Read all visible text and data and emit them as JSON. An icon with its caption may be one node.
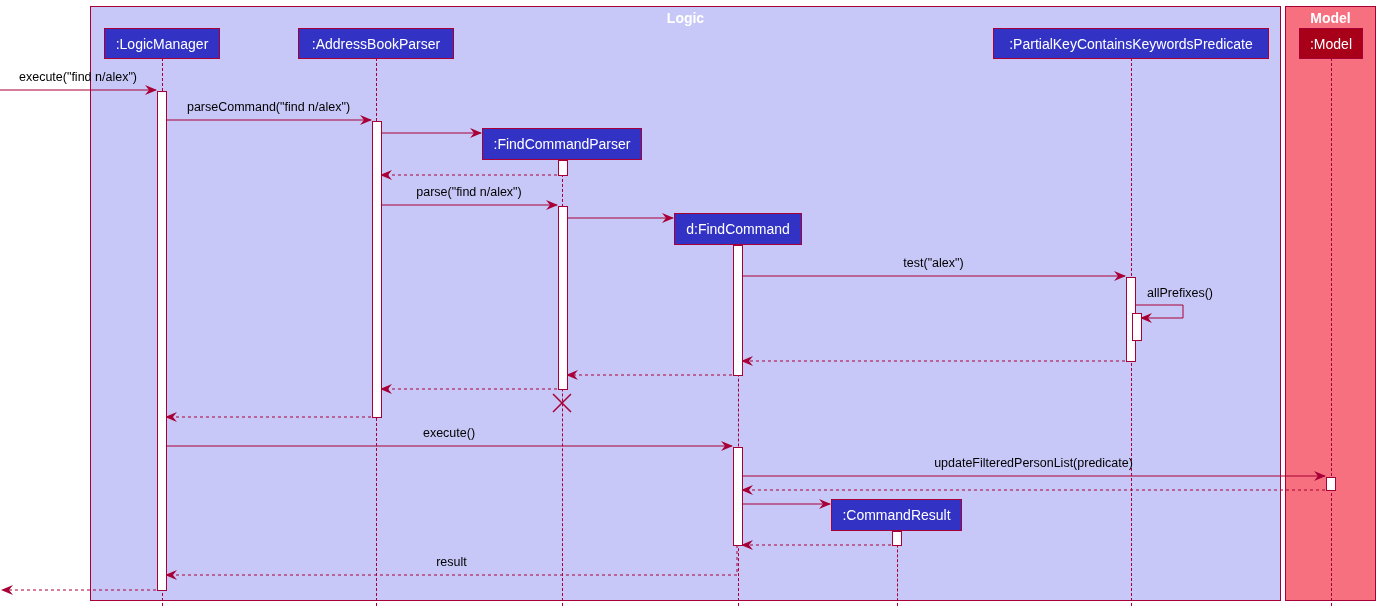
{
  "diagram": {
    "nodes": [
      {
        "text": [
          "Logic"
        ]
      },
      {
        "text": [
          "Model"
        ]
      },
      {
        "text": [
          ":LogicManager"
        ],
        "in": 0
      },
      {
        "text": [
          ":AddressBookParser"
        ],
        "in": 0
      },
      {
        "text": [
          ":FindCommandParser"
        ],
        "in": 0
      },
      {
        "text": [
          "d:FindCommand"
        ],
        "in": 0
      },
      {
        "text": [
          ":PartialKeyContainsKeywordsPredicate"
        ],
        "in": 0
      },
      {
        "text": [
          ":Model"
        ],
        "in": 1
      },
      {
        "text": [
          ":CommandResult"
        ],
        "in": 0
      },
      {
        "text": [],
        "shape": "bar",
        "in": 0
      },
      {
        "text": [],
        "shape": "bar",
        "in": 0
      },
      {
        "text": [],
        "shape": "bar",
        "in": 0
      },
      {
        "text": [],
        "shape": "bar",
        "in": 0
      },
      {
        "text": [],
        "shape": "bar",
        "in": 0
      },
      {
        "text": [],
        "shape": "bar",
        "in": 0
      },
      {
        "text": [],
        "shape": "bar",
        "in": 0
      },
      {
        "text": [],
        "shape": "bar",
        "in": 0
      },
      {
        "text": [],
        "shape": "bar",
        "in": 1
      },
      {
        "text": [],
        "shape": "bar",
        "in": 0
      }
    ],
    "edges": [
      {
        "from": null,
        "to": 9,
        "arrow": "to",
        "label": "execute(\"find n/alex\")"
      },
      {
        "from": 9,
        "to": 10,
        "arrow": "to",
        "label": "parseCommand(\"find n/alex\")"
      },
      {
        "from": 10,
        "to": 4,
        "arrow": "to"
      },
      {
        "from": 11,
        "to": 10,
        "arrow": "to",
        "style": "dashed"
      },
      {
        "from": 10,
        "to": 12,
        "arrow": "to",
        "label": "parse(\"find n/alex\")"
      },
      {
        "from": 12,
        "to": 5,
        "arrow": "to"
      },
      {
        "from": 13,
        "to": 14,
        "arrow": "to",
        "label": "test(\"alex\")"
      },
      {
        "from": 14,
        "to": 15,
        "arrow": "to",
        "label": "allPrefixes()"
      },
      {
        "from": 14,
        "to": 13,
        "arrow": "to",
        "style": "dashed"
      },
      {
        "from": 13,
        "to": 12,
        "arrow": "to",
        "style": "dashed"
      },
      {
        "from": 12,
        "to": 10,
        "arrow": "to",
        "style": "dashed"
      },
      {
        "from": 10,
        "to": 9,
        "arrow": "to",
        "style": "dashed"
      },
      {
        "from": 9,
        "to": 16,
        "arrow": "to",
        "label": "execute()"
      },
      {
        "from": 16,
        "to": 17,
        "arrow": "to",
        "label": "updateFilteredPersonList(predicate)"
      },
      {
        "from": 17,
        "to": 16,
        "arrow": "to",
        "style": "dashed"
      },
      {
        "from": 16,
        "to": 8,
        "arrow": "to"
      },
      {
        "from": 18,
        "to": 16,
        "arrow": "to",
        "style": "dashed"
      },
      {
        "from": 16,
        "to": 9,
        "arrow": "to",
        "style": "dashed",
        "label": "result"
      },
      {
        "from": 9,
        "to": null,
        "arrow": "to",
        "style": "dashed"
      }
    ]
  }
}
